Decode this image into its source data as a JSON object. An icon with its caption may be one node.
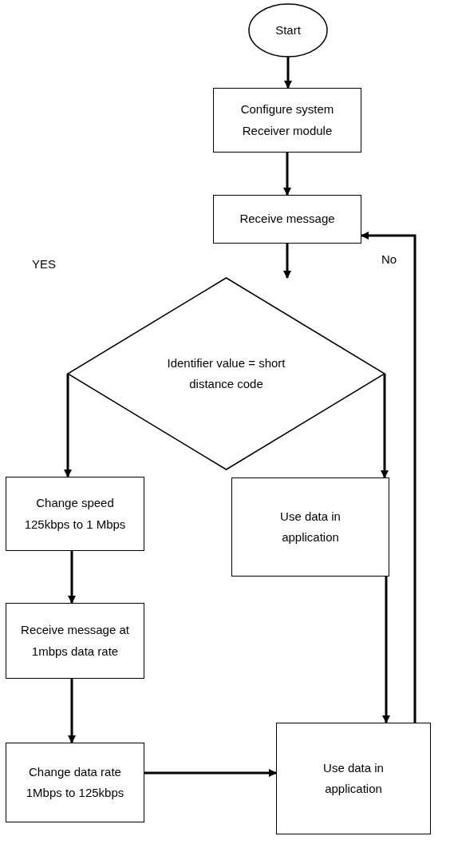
{
  "diagram": {
    "nodes": [
      {
        "text": [
          "Start"
        ]
      },
      {
        "text": [
          "Configure system Receiver module"
        ]
      },
      {
        "text": [
          "Receive message"
        ]
      },
      {
        "text": [
          "Identifier value = short distance code"
        ]
      },
      {
        "text": [
          "Change speed 125kbps to 1 Mbps"
        ]
      },
      {
        "text": [
          "Use data in application"
        ]
      },
      {
        "text": [
          "Receive message at 1mbps data rate"
        ]
      },
      {
        "text": [
          "Change data rate 1Mbps to 125kbps"
        ]
      },
      {
        "text": [
          "Use data in application"
        ]
      }
    ],
    "edges": [
      {
        "from": 0,
        "to": 1,
        "arrow": "to"
      },
      {
        "from": 1,
        "to": 2,
        "arrow": "to"
      },
      {
        "from": 2,
        "to": 3,
        "arrow": "to"
      },
      {
        "from": 3,
        "to": 4,
        "arrow": "to"
      },
      {
        "from": 3,
        "to": 5,
        "arrow": "to"
      },
      {
        "from": 4,
        "to": 6,
        "arrow": "to"
      },
      {
        "from": 6,
        "to": 7,
        "arrow": "to"
      },
      {
        "from": 7,
        "to": 8,
        "arrow": "to"
      },
      {
        "from": 5,
        "to": 8,
        "arrow": "to"
      },
      {
        "from": 8,
        "to": 2,
        "arrow": "to"
      }
    ],
    "labels": [
      "YES",
      "No"
    ]
  }
}
